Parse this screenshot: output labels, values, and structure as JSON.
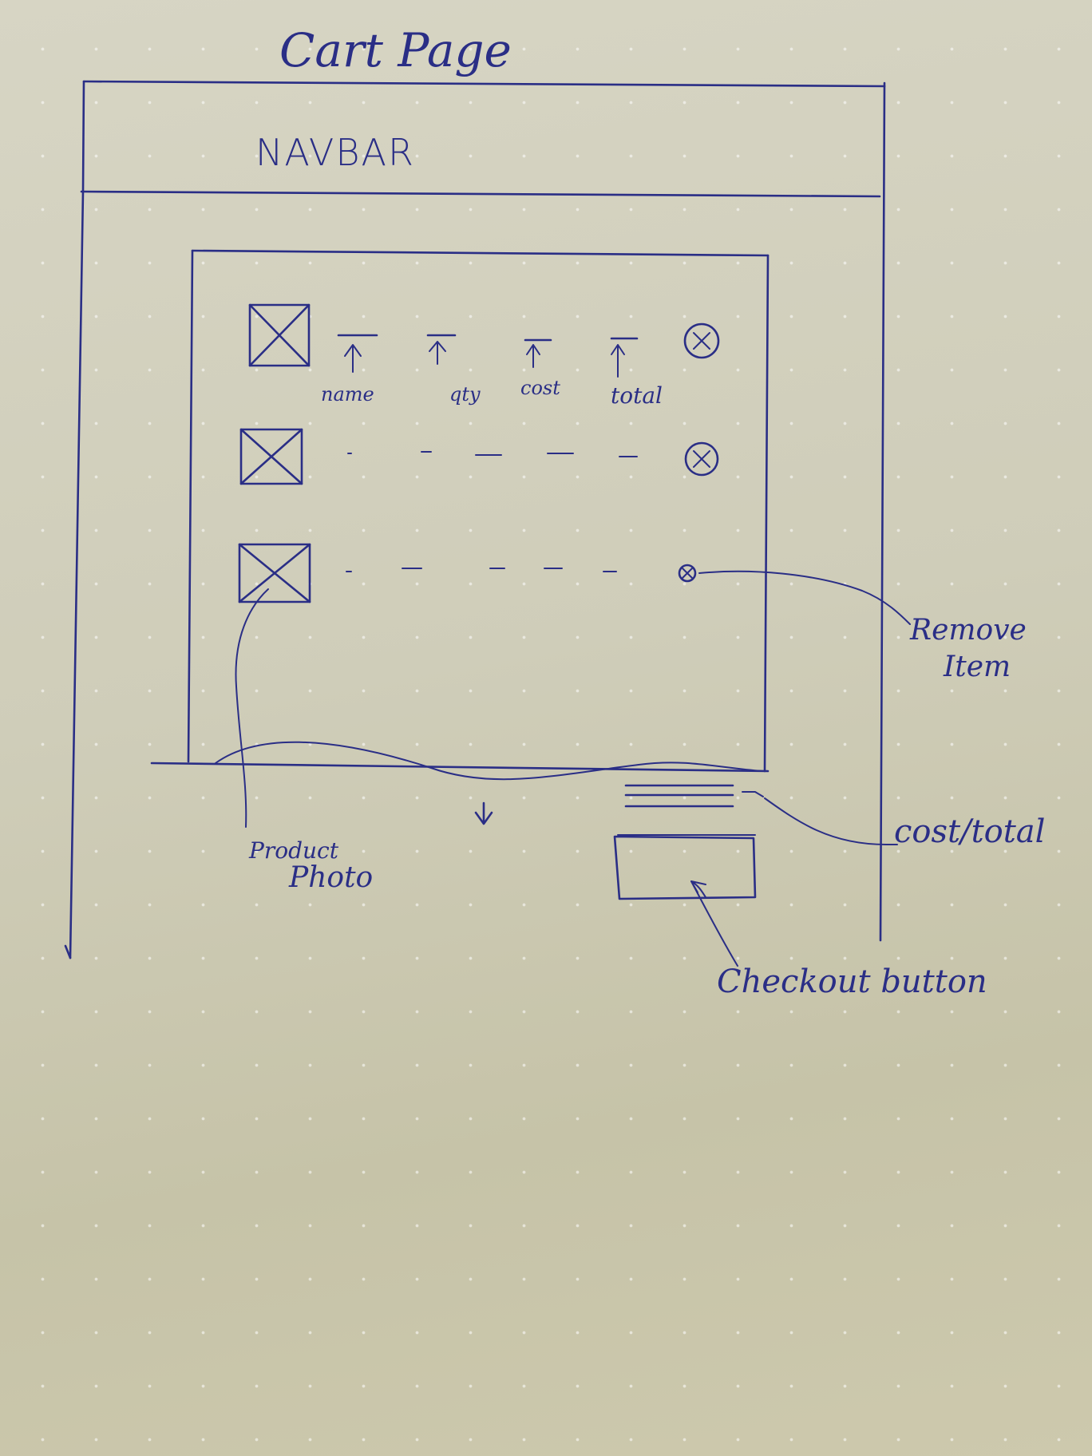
{
  "page": {
    "title": "Cart Page",
    "navbar": "NAVBAR"
  },
  "cart": {
    "columns": [
      "name",
      "qty",
      "cost",
      "total"
    ],
    "rows": 3
  },
  "annotations": {
    "remove_item_line1": "Remove",
    "remove_item_line2": "Item",
    "cost_total": "cost/total",
    "product_photo_line1": "Product",
    "product_photo_line2": "Photo",
    "checkout_button": "Checkout button"
  },
  "colors": {
    "ink": "#2a2e86",
    "paper": "#d3d1bf"
  },
  "icons": {
    "product_photo": "image-placeholder-icon",
    "remove_item": "circle-x-icon",
    "scroll": "down-arrow-icon"
  }
}
